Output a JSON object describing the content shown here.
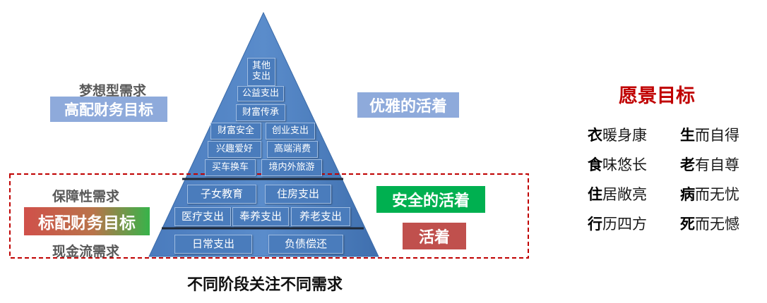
{
  "left_labels": {
    "dream_need": "梦想型需求",
    "high_goal": "高配财务目标",
    "security_need": "保障性需求",
    "standard_goal": "标配财务目标",
    "cashflow_need": "现金流需求"
  },
  "right_labels": {
    "elegant": "优雅的活着",
    "safe": "安全的活着",
    "alive": "活着"
  },
  "pyramid": {
    "top": [
      {
        "label": "其他\n支出"
      },
      {
        "label": "公益支出"
      },
      {
        "label": "财富传承"
      },
      {
        "label": "财富安全"
      },
      {
        "label": "创业支出"
      },
      {
        "label": "兴趣爱好"
      },
      {
        "label": "高端消费"
      },
      {
        "label": "买车换车"
      },
      {
        "label": "境内外旅游"
      }
    ],
    "middle": [
      {
        "label": "子女教育"
      },
      {
        "label": "住房支出"
      },
      {
        "label": "医疗支出"
      },
      {
        "label": "奉养支出"
      },
      {
        "label": "养老支出"
      }
    ],
    "bottom": [
      {
        "label": "日常支出"
      },
      {
        "label": "负债偿还"
      }
    ]
  },
  "caption": "不同阶段关注不同需求",
  "vision": {
    "title": "愿景目标",
    "rows": [
      {
        "left_key": "衣",
        "left_rest": "暖身康",
        "right_key": "生",
        "right_rest": "而自得"
      },
      {
        "left_key": "食",
        "left_rest": "味悠长",
        "right_key": "老",
        "right_rest": "有自尊"
      },
      {
        "left_key": "住",
        "left_rest": "居敞亮",
        "right_key": "病",
        "right_rest": "而无忧"
      },
      {
        "left_key": "行",
        "left_rest": "历四方",
        "right_key": "死",
        "right_rest": "而无憾"
      }
    ]
  },
  "colors": {
    "pyramid_blue": "#5083c4",
    "box_blue": "#4a7cbc",
    "light_blue_label": "#8eaadb",
    "green_label": "#00b050",
    "red_label": "#c0504d",
    "vision_title": "#c00000",
    "dashed_border": "#c00000"
  }
}
